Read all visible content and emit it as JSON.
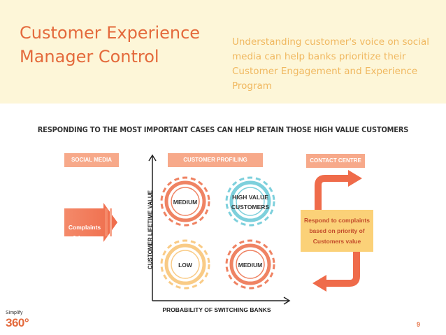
{
  "header": {
    "title_line1": "Customer Experience",
    "title_line2": "Manager Control",
    "subtitle": "Understanding customer's voice on social media can help banks prioritize their Customer Engagement and Experience Program"
  },
  "headline": "RESPONDING TO THE MOST IMPORTANT CASES CAN HELP RETAIN THOSE HIGH VALUE CUSTOMERS",
  "sections": {
    "social": "SOCIAL MEDIA DATA",
    "profiling": "CUSTOMER PROFILING",
    "contact": "CONTACT CENTRE"
  },
  "input_arrow": {
    "line1": "Complaints",
    "line2": "& Issues"
  },
  "matrix": {
    "y_axis": "CUSTOMER LIFETIME VALUE",
    "x_axis": "PROBABILITY OF SWITCHING BANKS",
    "top_left": "MEDIUM",
    "top_right_line1": "HIGH VALUE",
    "top_right_line2": "CUSTOMERS",
    "bottom_left": "LOW",
    "bottom_right": "MEDIUM"
  },
  "contact_box": {
    "line1": "Respond to complaints",
    "line2": "based on priority of",
    "line3": "Customers value"
  },
  "logo": {
    "top": "Simplify",
    "main": "360°"
  },
  "page_number": "9",
  "colors": {
    "header_band": "#fdf6d8",
    "accent_orange": "#e46a3c",
    "gear_medium": "#ef8363",
    "gear_high": "#7dd0dc",
    "gear_low": "#f9cb86",
    "label_pink": "#f7a98a",
    "box_yellow": "#fbd178"
  }
}
